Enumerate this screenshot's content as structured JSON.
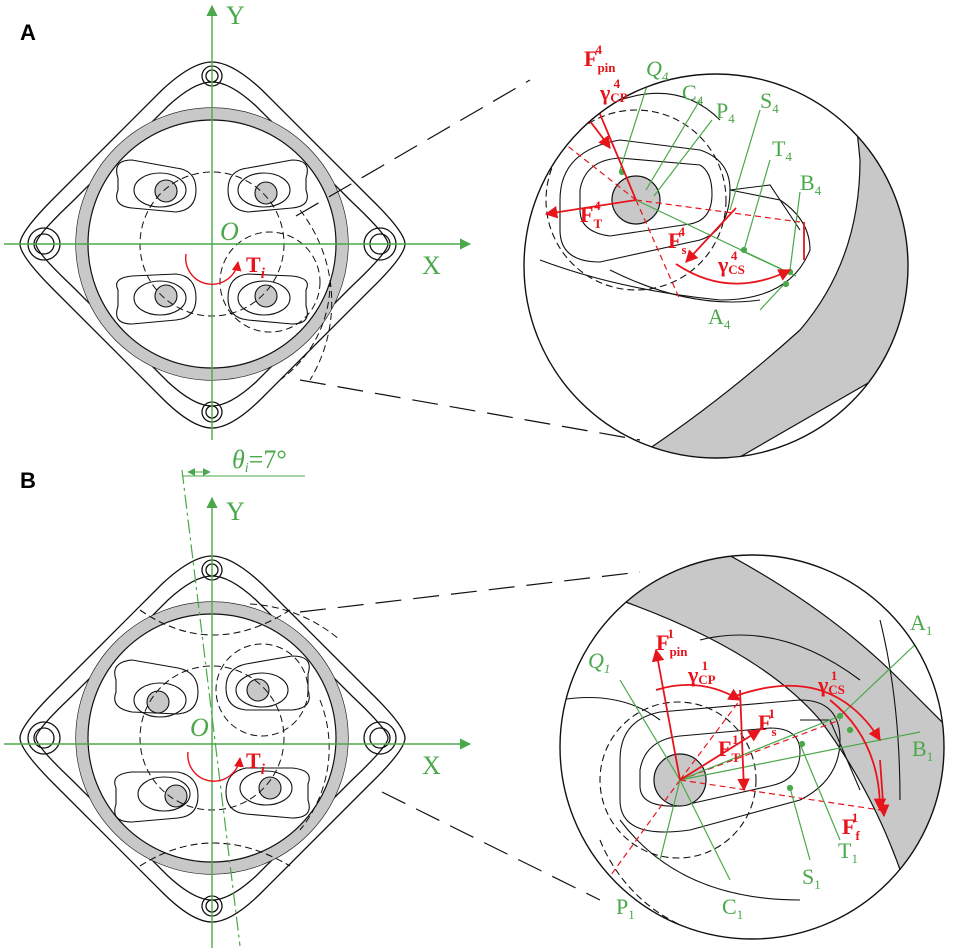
{
  "panels": [
    {
      "letter": "A",
      "axis_x": "X",
      "axis_y": "Y",
      "origin": "O",
      "torque": "T",
      "torque_sub": "i",
      "detail": {
        "F_pin": "F",
        "F_pin_sub": "pin",
        "F_pin_sup": "4",
        "gamma_cp": "γ",
        "gamma_cp_sub": "CP",
        "gamma_cp_sup": "4",
        "F_T": "F",
        "F_T_sub": "T",
        "F_T_sup": "4",
        "F_s": "F",
        "F_s_sub": "s",
        "F_s_sup": "4",
        "gamma_cs": "γ",
        "gamma_cs_sub": "CS",
        "gamma_cs_sup": "4",
        "Q": "Q",
        "Q_sub": "4",
        "C": "C",
        "C_sub": "4",
        "P": "P",
        "P_sub": "4",
        "S": "S",
        "S_sub": "4",
        "T": "T",
        "T_sub": "4",
        "B": "B",
        "B_sub": "4",
        "A": "A",
        "A_sub": "4"
      }
    },
    {
      "letter": "B",
      "axis_x": "X",
      "axis_y": "Y",
      "origin": "O",
      "torque": "T",
      "torque_sub": "i",
      "angle": "θ",
      "angle_sub": "i",
      "angle_value": "=7°",
      "detail": {
        "F_pin": "F",
        "F_pin_sub": "pin",
        "F_pin_sup": "1",
        "gamma_cp": "γ",
        "gamma_cp_sub": "CP",
        "gamma_cp_sup": "1",
        "gamma_cs": "γ",
        "gamma_cs_sub": "CS",
        "gamma_cs_sup": "1",
        "F_T": "F",
        "F_T_sub": "T",
        "F_T_sup": "1",
        "F_s": "F",
        "F_s_sub": "s",
        "F_s_sup": "1",
        "F_f": "F",
        "F_f_sub": "f",
        "F_f_sup": "1",
        "Q": "Q",
        "Q_sub": "1",
        "A": "A",
        "A_sub": "1",
        "B": "B",
        "B_sub": "1",
        "P": "P",
        "P_sub": "1",
        "C": "C",
        "C_sub": "1",
        "S": "S",
        "S_sub": "1",
        "T": "T",
        "T_sub": "1"
      }
    }
  ],
  "colors": {
    "green": "#4aa84a",
    "red": "#e8141c",
    "gray": "#c8c8c8",
    "line": "#111111"
  }
}
